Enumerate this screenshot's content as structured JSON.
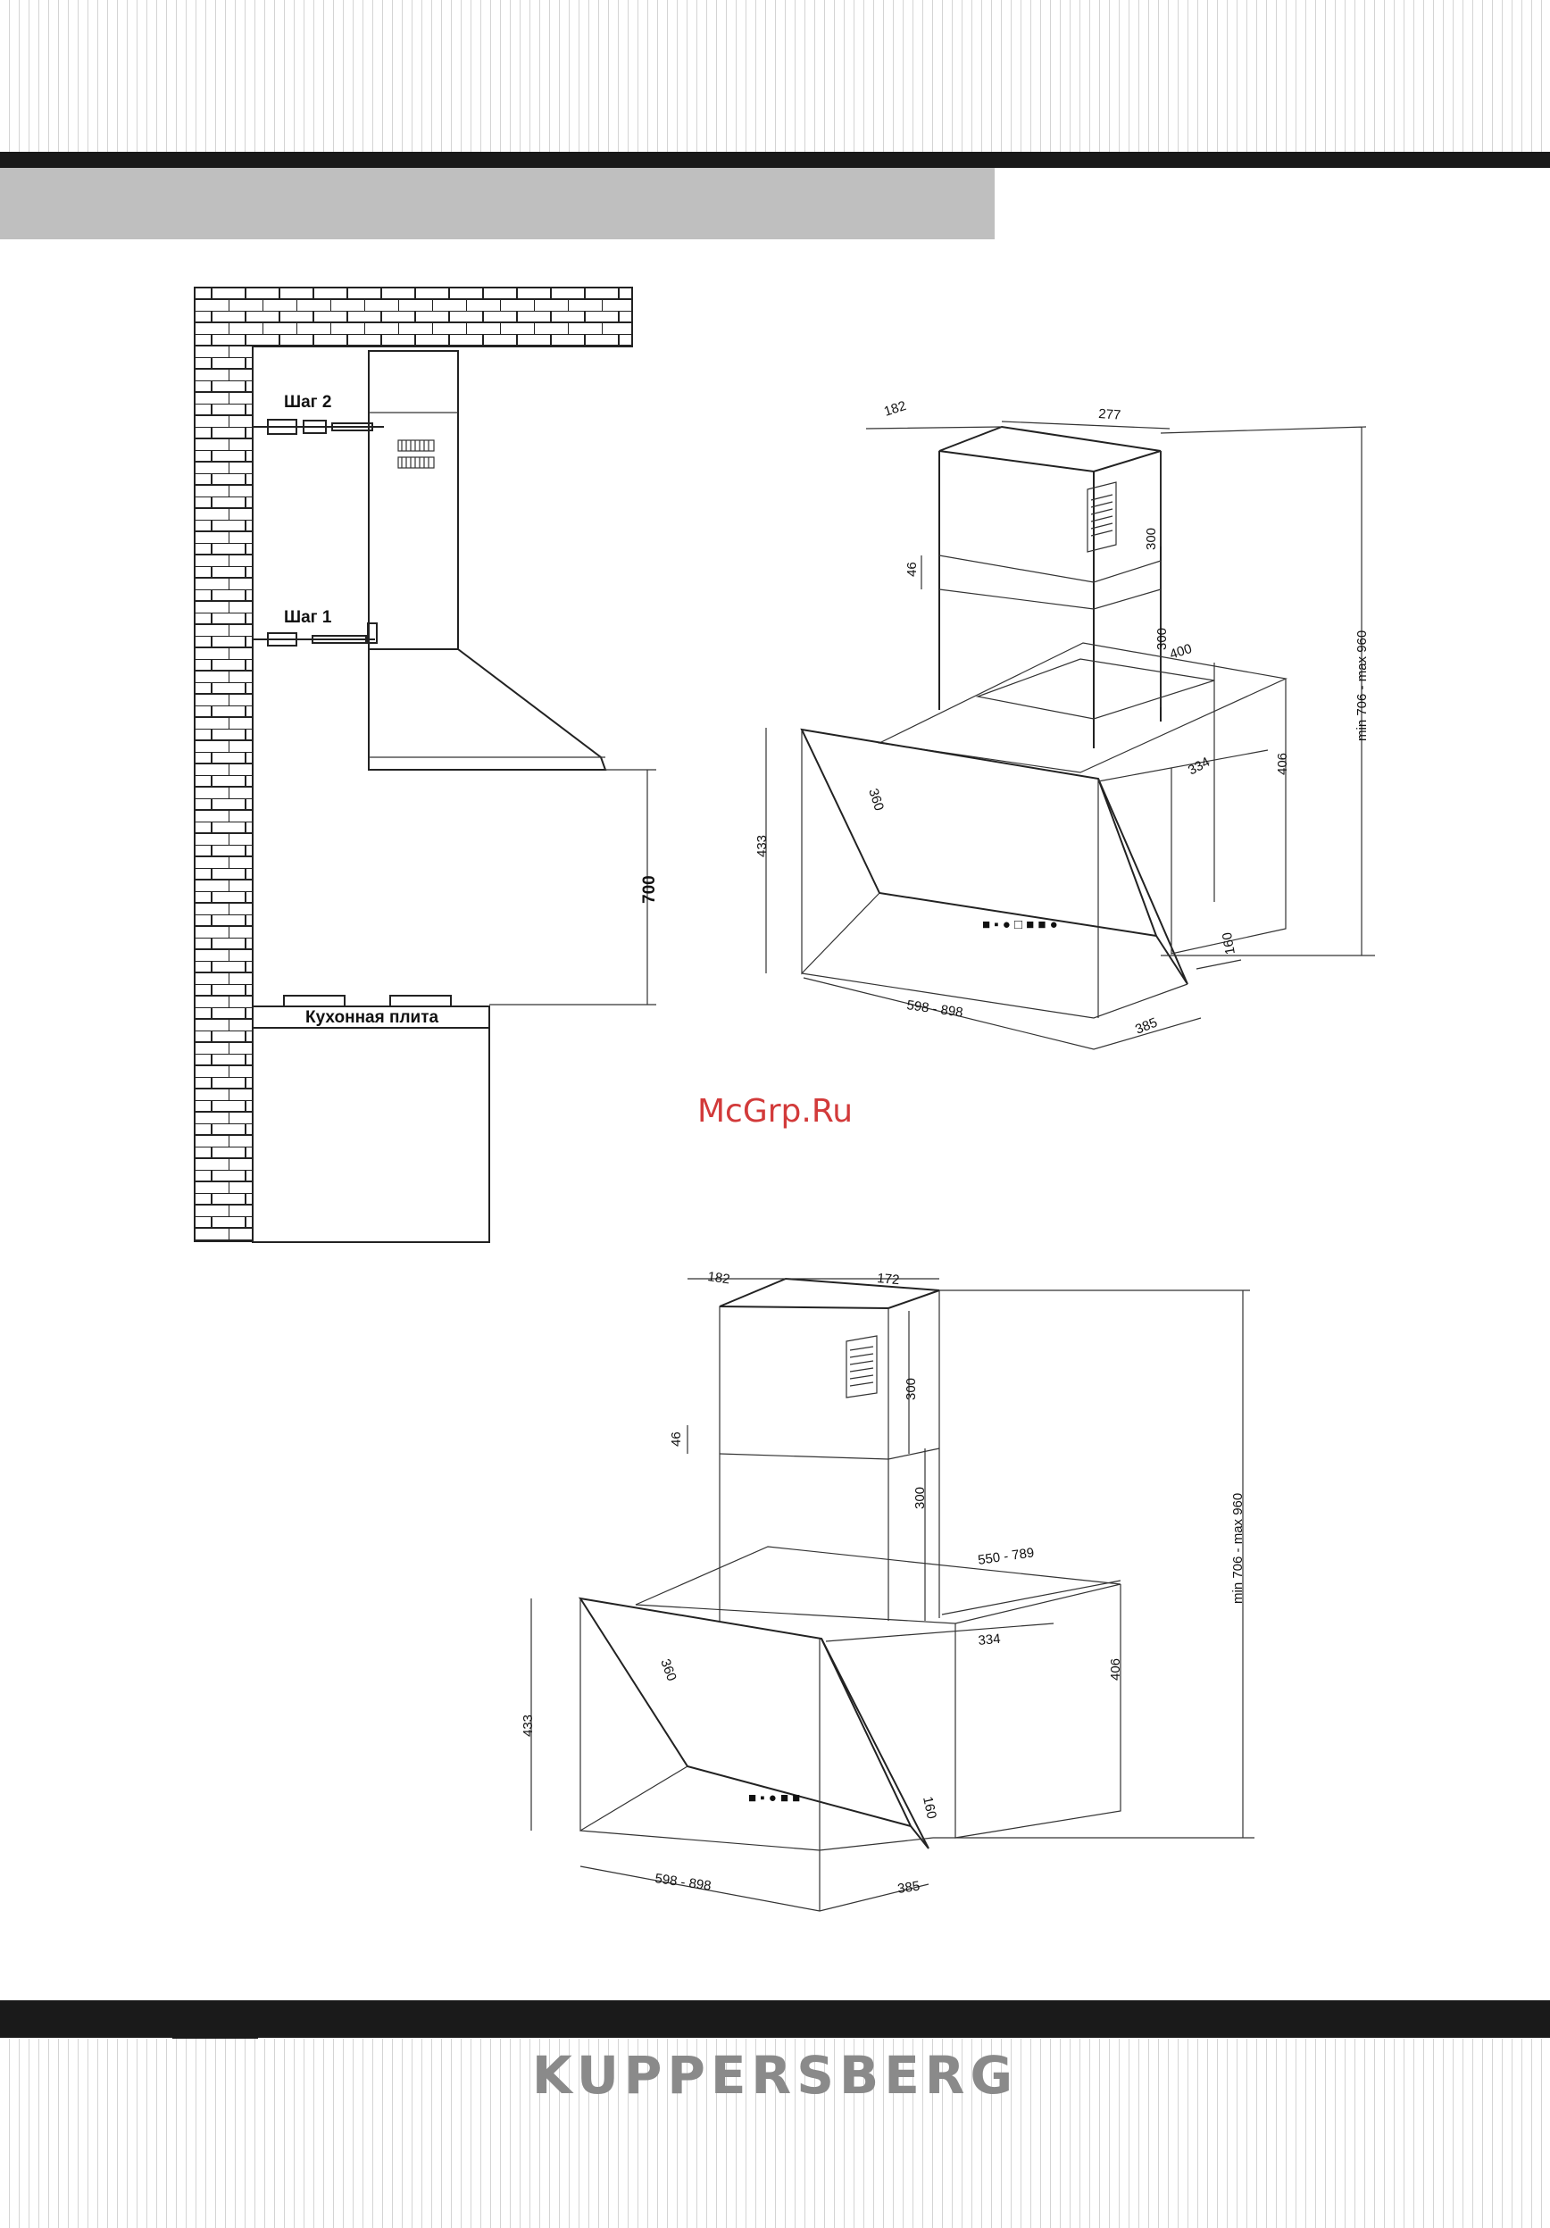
{
  "brand": "KUPPERSBERG",
  "watermark": "McGrp.Ru",
  "installation": {
    "step2": "Шаг 2",
    "step1": "Шаг 1",
    "stove": "Кухонная плита",
    "height": "700"
  },
  "drawing_top": {
    "d182": "182",
    "d277": "277",
    "d300a": "300",
    "d300b": "300",
    "d46": "46",
    "d400": "400",
    "d334": "334",
    "d406": "406",
    "d360": "360",
    "d433": "433",
    "d598": "598 - 898",
    "d385": "385",
    "d160": "160",
    "height_range": "min 706 - max 960"
  },
  "drawing_bottom": {
    "d182": "182",
    "d172": "172",
    "d300a": "300",
    "d300b": "300",
    "d46": "46",
    "d550": "550 - 789",
    "d334": "334",
    "d406": "406",
    "d360": "360",
    "d433": "433",
    "d598": "598 - 898",
    "d385": "385",
    "d160": "160",
    "height_range": "min 706 - max 960"
  }
}
